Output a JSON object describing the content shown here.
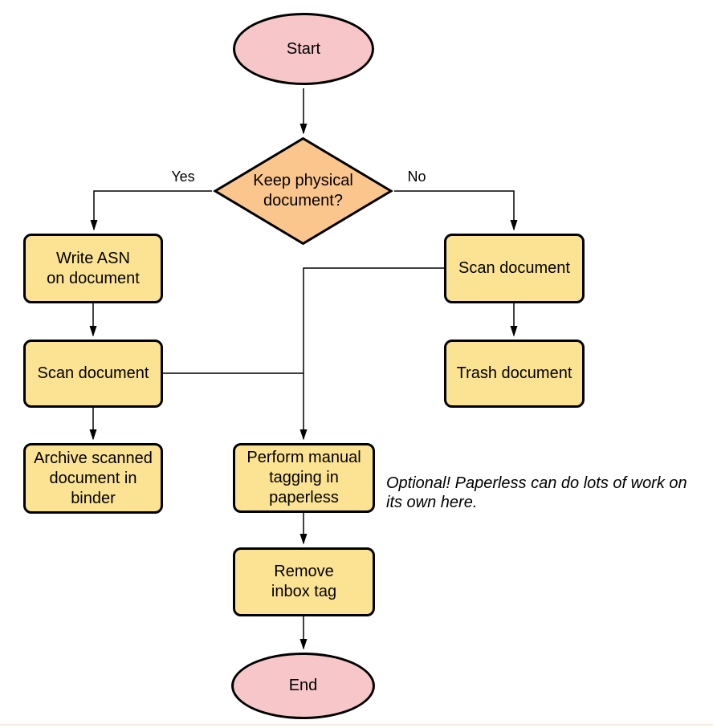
{
  "flowchart": {
    "nodes": {
      "start": {
        "label": "Start",
        "type": "terminator"
      },
      "decision": {
        "label": "Keep physical\ndocument?",
        "type": "decision"
      },
      "write_asn": {
        "label": "Write ASN\non document",
        "type": "process"
      },
      "scan_left": {
        "label": "Scan document",
        "type": "process"
      },
      "archive": {
        "label": "Archive scanned\ndocument in\nbinder",
        "type": "process"
      },
      "scan_right": {
        "label": "Scan document",
        "type": "process"
      },
      "trash": {
        "label": "Trash document",
        "type": "process"
      },
      "tagging": {
        "label": "Perform manual\ntagging in\npaperless",
        "type": "process"
      },
      "remove_inbox": {
        "label": "Remove\ninbox tag",
        "type": "process"
      },
      "end": {
        "label": "End",
        "type": "terminator"
      }
    },
    "edge_labels": {
      "yes": "Yes",
      "no": "No"
    },
    "annotation": {
      "text": "Optional! Paperless can do lots of work on\nits own here."
    },
    "colors": {
      "terminator_fill": "#F6C6C9",
      "decision_fill": "#FBC68E",
      "process_fill": "#FCE394",
      "stroke": "#000000",
      "line": "#000000"
    }
  }
}
